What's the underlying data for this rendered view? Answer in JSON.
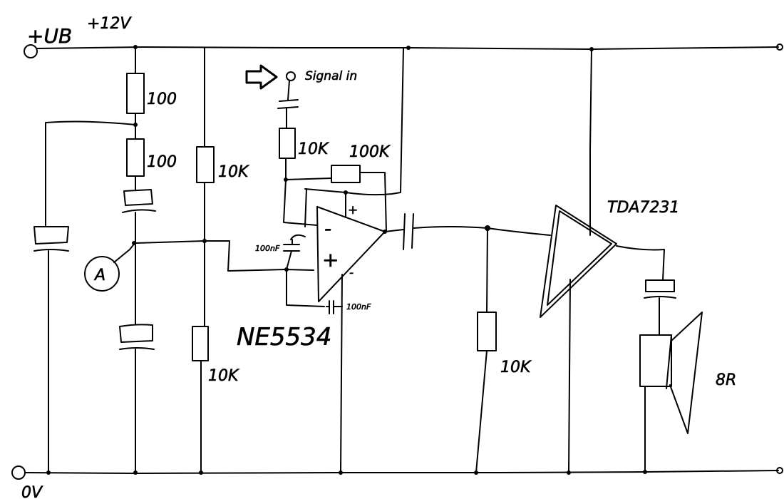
{
  "labels": {
    "supply_name": "+UB",
    "supply_voltage": "+12V",
    "ground": "0V",
    "signal_in": "Signal in",
    "node_a": "A",
    "r_top_1": "100",
    "r_top_2": "100",
    "r_divider_top": "10K",
    "r_divider_bottom": "10K",
    "r_input": "10K",
    "r_feedback": "100K",
    "cap_opamp_in": "100nF",
    "cap_opamp_supply": "100nF",
    "opamp_part": "NE5534",
    "opamp_plus_sign": "+",
    "opamp_minus_sign": "-",
    "opamp_in_minus": "-",
    "opamp_in_plus": "+",
    "r_output_load": "10K",
    "amp_part": "TDA7231",
    "speaker_impedance": "8R"
  }
}
